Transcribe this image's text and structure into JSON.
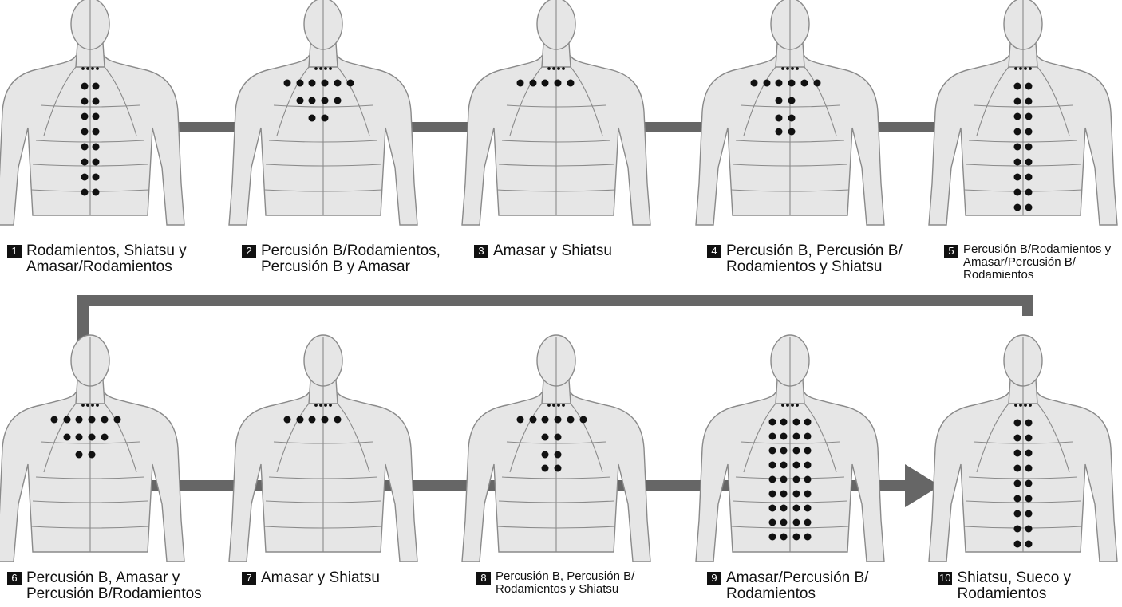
{
  "colors": {
    "arrow": "#666666",
    "body_fill": "#e6e6e6",
    "body_stroke": "#8a8a8a",
    "point": "#111111"
  },
  "steps": [
    {
      "number": "1",
      "label": "Rodamientos, Shiatsu y\nAmasar/Rodamientos",
      "pattern": "spine",
      "dot_rows": 8
    },
    {
      "number": "2",
      "label": "Percusión B/Rodamientos,\nPercusión B y Amasar",
      "pattern": "upper-wide",
      "dot_rows": 3
    },
    {
      "number": "3",
      "label": "Amasar y Shiatsu",
      "pattern": "shoulders",
      "dot_rows": 0
    },
    {
      "number": "4",
      "label": "Percusión B, Percusión B/\nRodamientos y Shiatsu",
      "pattern": "upper-narrow",
      "dot_rows": 3
    },
    {
      "number": "5",
      "label": "Percusión B/Rodamientos y\nAmasar/Percusión B/\nRodamientos",
      "pattern": "spine",
      "dot_rows": 9
    },
    {
      "number": "6",
      "label": "Percusión B, Amasar y\nPercusión B/Rodamientos",
      "pattern": "upper-wide",
      "dot_rows": 3
    },
    {
      "number": "7",
      "label": "Amasar y Shiatsu",
      "pattern": "shoulders",
      "dot_rows": 0
    },
    {
      "number": "8",
      "label": "Percusión B, Percusión B/\nRodamientos y Shiatsu",
      "pattern": "upper-narrow",
      "dot_rows": 3
    },
    {
      "number": "9",
      "label": "Amasar/Percusión B/\nRodamientos",
      "pattern": "full-back",
      "dot_rows": 9
    },
    {
      "number": "10",
      "label": "Shiatsu, Sueco y\nRodamientos",
      "pattern": "spine",
      "dot_rows": 9
    }
  ]
}
